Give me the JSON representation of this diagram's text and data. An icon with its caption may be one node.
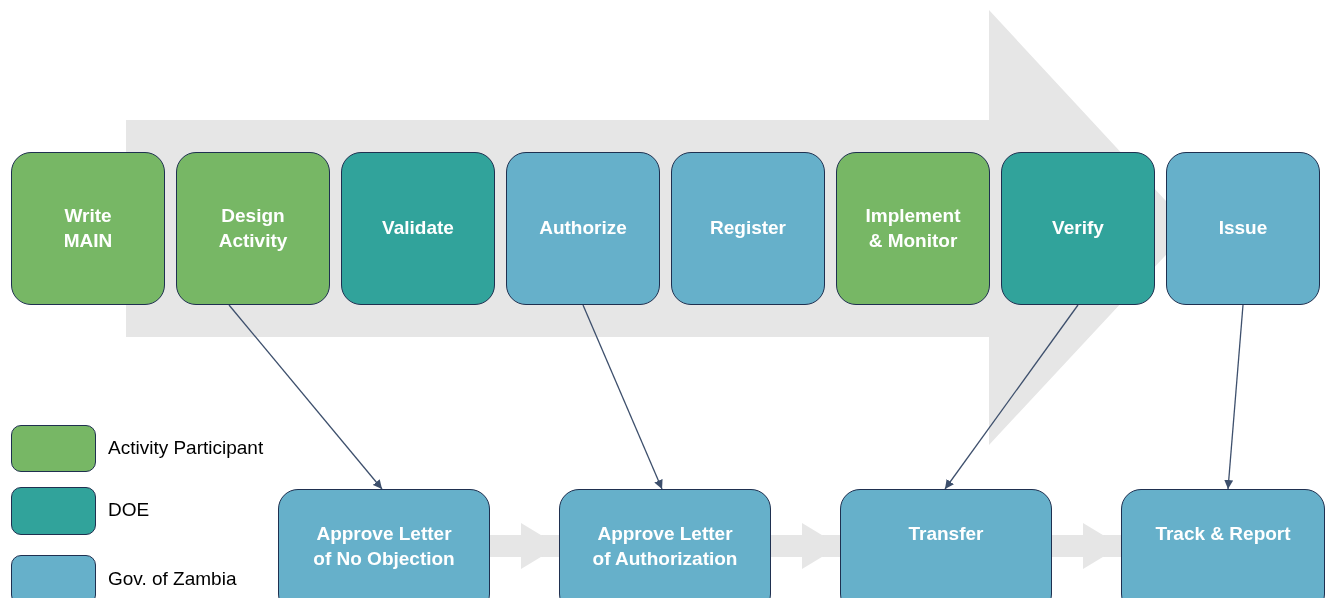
{
  "diagram": {
    "nodes": [
      {
        "text": [
          "Write MAIN"
        ]
      },
      {
        "text": [
          "Design Activity"
        ]
      },
      {
        "text": [
          "Validate"
        ]
      },
      {
        "text": [
          "Authorize"
        ]
      },
      {
        "text": [
          "Register"
        ]
      },
      {
        "text": [
          "Implement & Monitor"
        ]
      },
      {
        "text": [
          "Verify"
        ]
      },
      {
        "text": [
          "Issue"
        ]
      },
      {
        "text": [
          "Approve Letter of No Objection"
        ]
      },
      {
        "text": [
          "Approve Letter of Authorization"
        ]
      },
      {
        "text": [
          "Transfer"
        ]
      },
      {
        "text": [
          "Track & Report"
        ]
      }
    ],
    "edges": [
      {
        "from": 0,
        "to": 7,
        "arrow": "to",
        "style": "thick",
        "color": "#e6e6e6"
      },
      {
        "from": 1,
        "to": 8,
        "arrow": "to"
      },
      {
        "from": 3,
        "to": 9,
        "arrow": "to"
      },
      {
        "from": 6,
        "to": 10,
        "arrow": "to"
      },
      {
        "from": 7,
        "to": 11,
        "arrow": "to"
      },
      {
        "from": 8,
        "to": 9,
        "arrow": "to",
        "style": "thick",
        "color": "#e6e6e6"
      },
      {
        "from": 9,
        "to": 10,
        "arrow": "to",
        "style": "thick",
        "color": "#e6e6e6"
      },
      {
        "from": 10,
        "to": 11,
        "arrow": "to",
        "style": "thick",
        "color": "#e6e6e6"
      }
    ],
    "legend": [
      {
        "text": "Activity Participant",
        "color": "#77b765"
      },
      {
        "text": "DOE",
        "color": "#31a39b"
      },
      {
        "text": "Gov. of Zambia",
        "color": "#66b0ca"
      }
    ]
  }
}
